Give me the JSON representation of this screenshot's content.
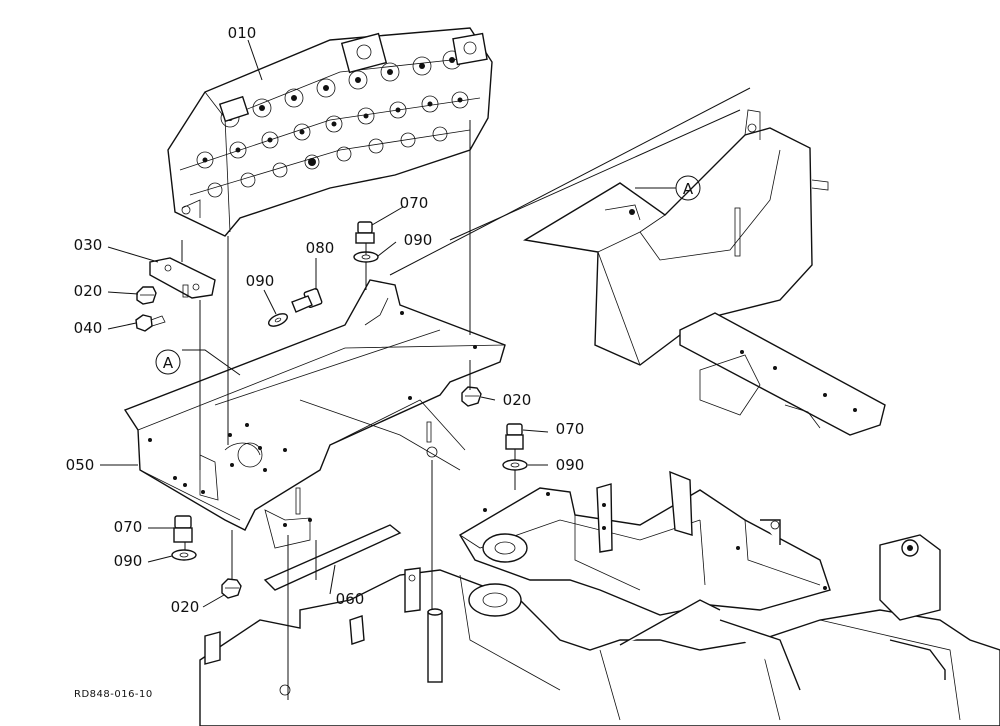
{
  "drawing": {
    "reference": "RD848-016-10",
    "view_marker": "A"
  },
  "callouts": [
    {
      "id": "c010",
      "label": "010"
    },
    {
      "id": "c030",
      "label": "030"
    },
    {
      "id": "c020a",
      "label": "020"
    },
    {
      "id": "c040",
      "label": "040"
    },
    {
      "id": "c090a",
      "label": "090"
    },
    {
      "id": "c080",
      "label": "080"
    },
    {
      "id": "c070a",
      "label": "070"
    },
    {
      "id": "c090b",
      "label": "090"
    },
    {
      "id": "c020b",
      "label": "020"
    },
    {
      "id": "c070b",
      "label": "070"
    },
    {
      "id": "c090c",
      "label": "090"
    },
    {
      "id": "c050",
      "label": "050"
    },
    {
      "id": "c070c",
      "label": "070"
    },
    {
      "id": "c090d",
      "label": "090"
    },
    {
      "id": "c020c",
      "label": "020"
    },
    {
      "id": "c060",
      "label": "060"
    }
  ]
}
